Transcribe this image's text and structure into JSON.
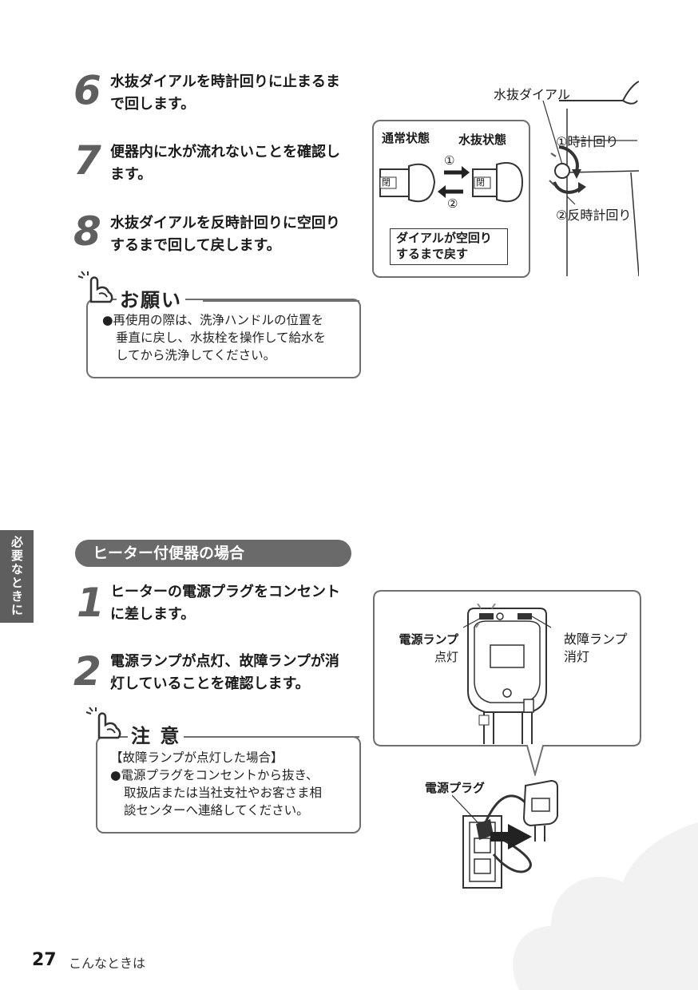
{
  "steps_top": [
    {
      "num": "6",
      "line1": "水抜ダイアルを時計回りに止まるま",
      "line2": "で回します。"
    },
    {
      "num": "7",
      "line1": "便器内に水が流れないことを確認し",
      "line2": "ます。"
    },
    {
      "num": "8",
      "line1": "水抜ダイアルを反時計回りに空回り",
      "line2": "するまで回して戻します。"
    }
  ],
  "request_note": {
    "title": "お願い",
    "line1": "●再使用の際は、洗浄ハンドルの位置を",
    "line2": "垂直に戻し、水抜栓を操作して給水を",
    "line3": "してから洗浄してください。"
  },
  "fig1": {
    "dial_label": "水抜ダイアル",
    "normal_state": "通常状態",
    "drain_state": "水抜状態",
    "clockwise": "①時計回り",
    "counter_clockwise": "②反時計回り",
    "arrow1": "①",
    "arrow2": "②",
    "caption_line1": "ダイアルが空回り",
    "caption_line2": "するまで戻す",
    "knob_mark": "閉"
  },
  "side_tab": "必要なときに",
  "section_title": "ヒーター付便器の場合",
  "steps_bottom": [
    {
      "num": "1",
      "line1": "ヒーターの電源プラグをコンセント",
      "line2": "に差します。"
    },
    {
      "num": "2",
      "line1": "電源ランプが点灯、故障ランプが消",
      "line2": "灯していることを確認します。"
    }
  ],
  "caution_note": {
    "title": "注 意",
    "line1": "【故障ランプが点灯した場合】",
    "line2": "●電源プラグをコンセントから抜き、",
    "line3": "取扱店または当社支社やお客さま相",
    "line4": "談センターへ連絡してください。"
  },
  "fig2": {
    "power_lamp_line1": "電源ランプ",
    "power_lamp_line2": "点灯",
    "fault_lamp_line1": "故障ランプ",
    "fault_lamp_line2": "消灯",
    "plug_label": "電源プラグ"
  },
  "footer": {
    "page": "27",
    "title": "こんなときは"
  },
  "colors": {
    "tab_gray": "#5e5e5e",
    "pill_gray": "#6a6a6a",
    "step_gray": "#5f5f5f",
    "border_gray": "#6f6f6f"
  }
}
